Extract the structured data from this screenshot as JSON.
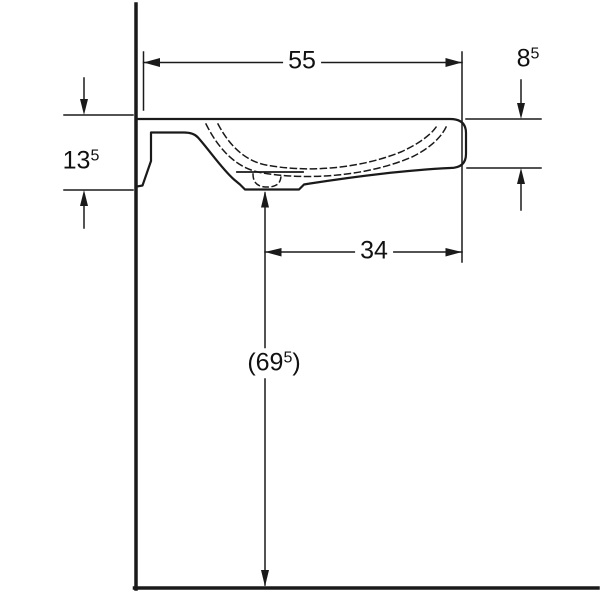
{
  "drawing": {
    "kind": "washbasin-side-elevation-technical-drawing",
    "background": "#ffffff",
    "line_color": "#1a1a1a"
  },
  "dimensions": {
    "depth_total": {
      "value": "55",
      "sup": ""
    },
    "front_edge_height": {
      "value": "8",
      "sup": "5"
    },
    "side_height": {
      "value": "13",
      "sup": "5"
    },
    "drain_distance": {
      "value": "34",
      "sup": ""
    },
    "floor_height": {
      "open": "(",
      "value": "69",
      "sup": "5",
      "close": ")"
    }
  }
}
